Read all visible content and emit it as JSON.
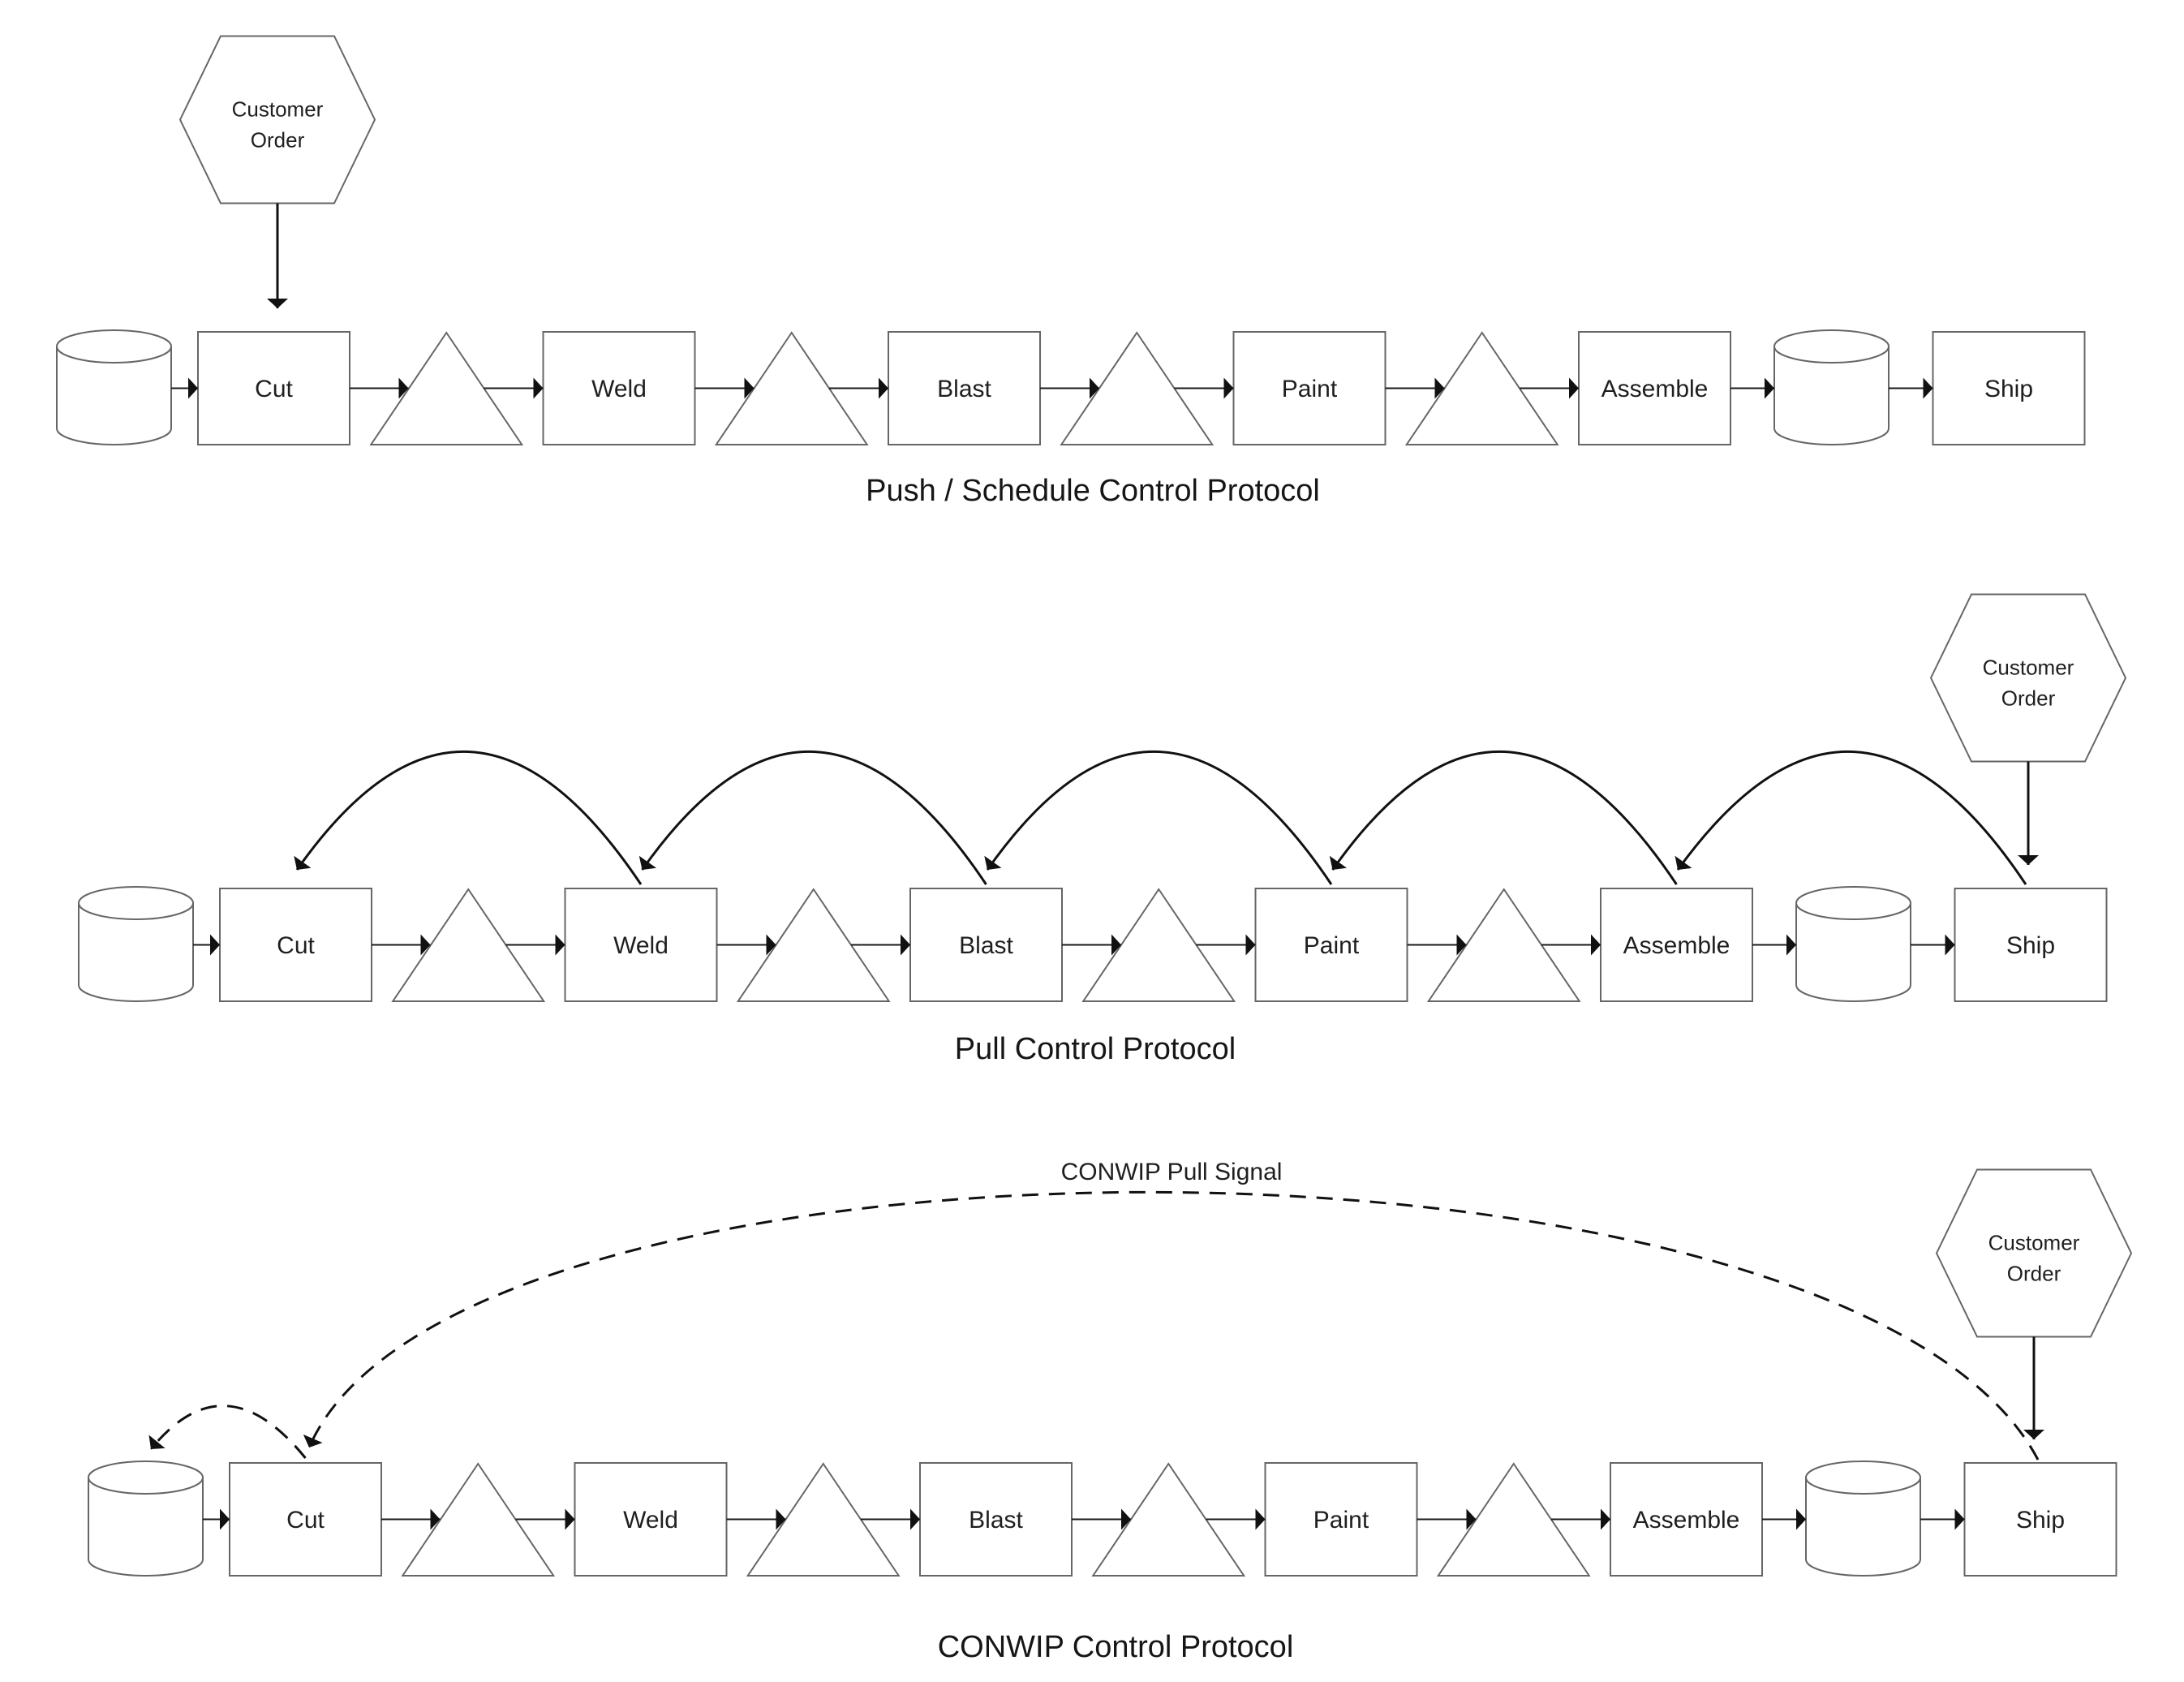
{
  "page": {
    "background": "#ffffff"
  },
  "colors": {
    "shape_stroke": "#666666",
    "arrow": "#1a1a1a",
    "text": "#1f1f1f"
  },
  "rows": [
    {
      "title": "Push / Schedule Control Protocol",
      "customer_order": {
        "line1": "Customer",
        "line2": "Order"
      },
      "stations": [
        "Cut",
        "Weld",
        "Blast",
        "Paint",
        "Assemble",
        "Ship"
      ]
    },
    {
      "title": "Pull Control Protocol",
      "customer_order": {
        "line1": "Customer",
        "line2": "Order"
      },
      "stations": [
        "Cut",
        "Weld",
        "Blast",
        "Paint",
        "Assemble",
        "Ship"
      ]
    },
    {
      "title": "CONWIP Control Protocol",
      "signal_label": "CONWIP Pull Signal",
      "customer_order": {
        "line1": "Customer",
        "line2": "Order"
      },
      "stations": [
        "Cut",
        "Weld",
        "Blast",
        "Paint",
        "Assemble",
        "Ship"
      ]
    }
  ]
}
